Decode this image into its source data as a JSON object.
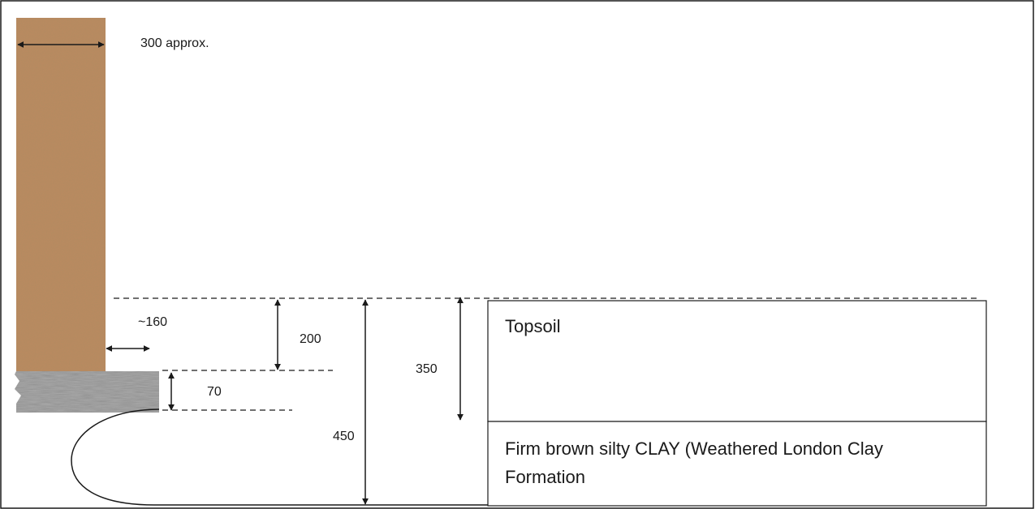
{
  "dimensions": {
    "wall_width": "300 approx.",
    "setback": "~160",
    "slab_depth_top": "200",
    "slab_thickness": "70",
    "topsoil_depth": "350",
    "total_depth": "450"
  },
  "strata": {
    "topsoil": "Topsoil",
    "clay_line1": "Firm brown silty CLAY (Weathered London Clay",
    "clay_line2": "Formation"
  },
  "colors": {
    "wall": "#b98a60",
    "slab": "#9a9a9a",
    "line": "#1a1a1a"
  }
}
